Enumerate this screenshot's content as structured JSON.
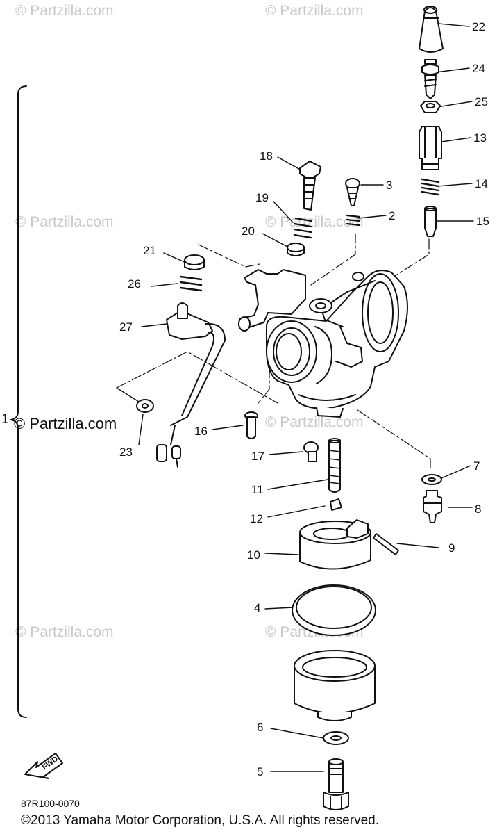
{
  "watermarks": [
    "© Partzilla.com",
    "© Partzilla.com",
    "© Partzilla.com",
    "© Partzilla.com",
    "© Partzilla.com",
    "© Partzilla.com",
    "© Partzilla.com"
  ],
  "assembly_label": "1",
  "assembly_watermark": "© Partzilla.com",
  "callouts": [
    "22",
    "24",
    "25",
    "13",
    "14",
    "15",
    "18",
    "3",
    "2",
    "19",
    "20",
    "21",
    "26",
    "27",
    "16",
    "17",
    "11",
    "12",
    "23",
    "7",
    "8",
    "9",
    "10",
    "4",
    "6",
    "5"
  ],
  "fwd_label": "FWD",
  "diagram_code": "87R100-0070",
  "copyright": "©2013  Yamaha Motor Corporation, U.S.A. All rights reserved.",
  "colors": {
    "line": "#111111",
    "watermark": "#c9c9c9",
    "background": "#ffffff"
  }
}
